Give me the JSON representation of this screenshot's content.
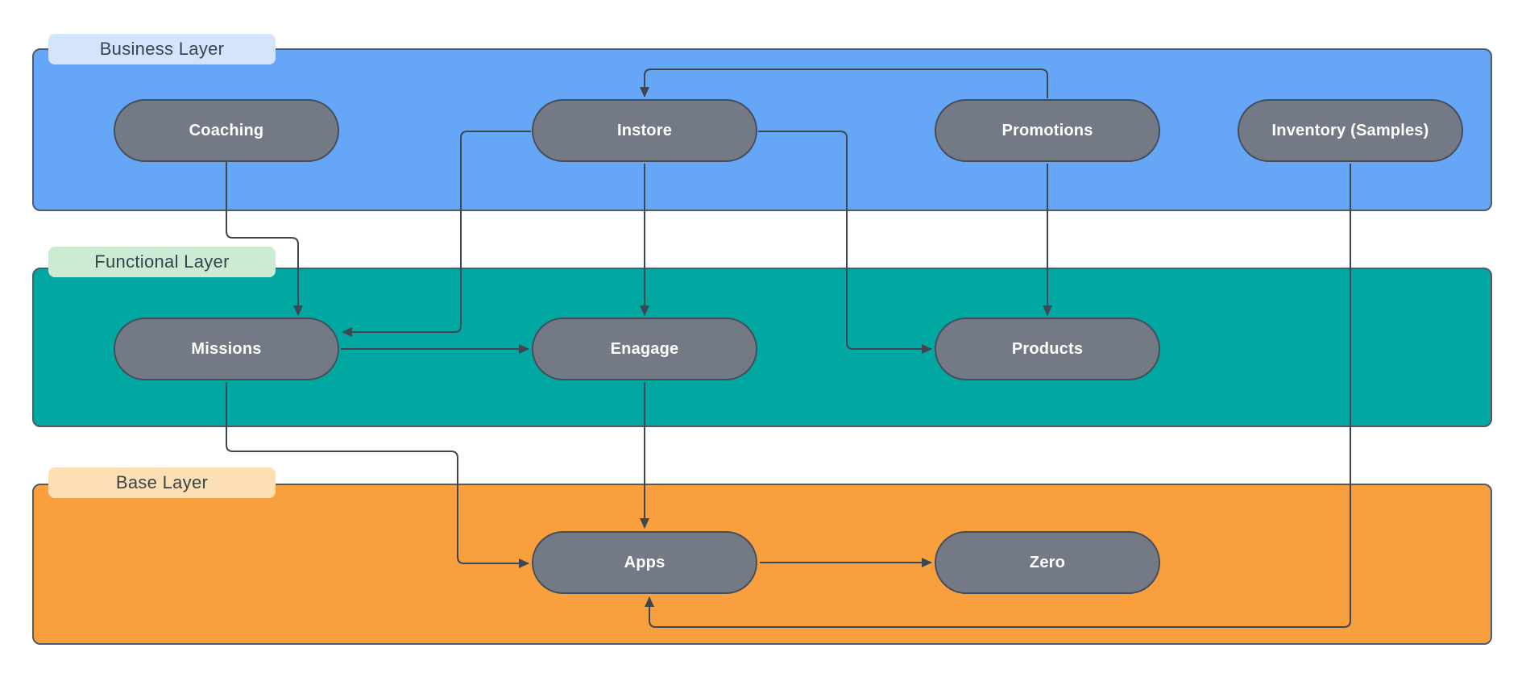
{
  "layers": [
    {
      "name": "Business Layer",
      "band_color": "#66A6F7",
      "label_bg": "#D4E4FC"
    },
    {
      "name": "Functional Layer",
      "band_color": "#00A8A1",
      "label_bg": "#CBEBD3"
    },
    {
      "name": "Base Layer",
      "band_color": "#F99F3E",
      "label_bg": "#FCE0B3"
    }
  ],
  "nodes": [
    {
      "id": "coaching",
      "label": "Coaching",
      "layer": "Business Layer"
    },
    {
      "id": "instore",
      "label": "Instore",
      "layer": "Business Layer"
    },
    {
      "id": "promotions",
      "label": "Promotions",
      "layer": "Business Layer"
    },
    {
      "id": "inventory",
      "label": "Inventory (Samples)",
      "layer": "Business Layer"
    },
    {
      "id": "missions",
      "label": "Missions",
      "layer": "Functional Layer"
    },
    {
      "id": "enagage",
      "label": "Enagage",
      "layer": "Functional Layer"
    },
    {
      "id": "products",
      "label": "Products",
      "layer": "Functional Layer"
    },
    {
      "id": "apps",
      "label": "Apps",
      "layer": "Base Layer"
    },
    {
      "id": "zero",
      "label": "Zero",
      "layer": "Base Layer"
    }
  ],
  "edges": [
    {
      "from": "Coaching",
      "to": "Missions"
    },
    {
      "from": "Promotions",
      "to": "Instore"
    },
    {
      "from": "Instore",
      "to": "Missions"
    },
    {
      "from": "Instore",
      "to": "Enagage"
    },
    {
      "from": "Instore",
      "to": "Products"
    },
    {
      "from": "Promotions",
      "to": "Products"
    },
    {
      "from": "Missions",
      "to": "Enagage"
    },
    {
      "from": "Missions",
      "to": "Apps"
    },
    {
      "from": "Enagage",
      "to": "Apps"
    },
    {
      "from": "Apps",
      "to": "Zero"
    },
    {
      "from": "Inventory (Samples)",
      "to": "Apps"
    }
  ],
  "colors": {
    "node_fill": "#747A85",
    "node_border": "#454D5A",
    "node_text": "#FFFFFF",
    "connector": "#3E4651",
    "band_border": "#4E5B69",
    "label_text": "#39424E",
    "background": "#FFFFFF"
  }
}
